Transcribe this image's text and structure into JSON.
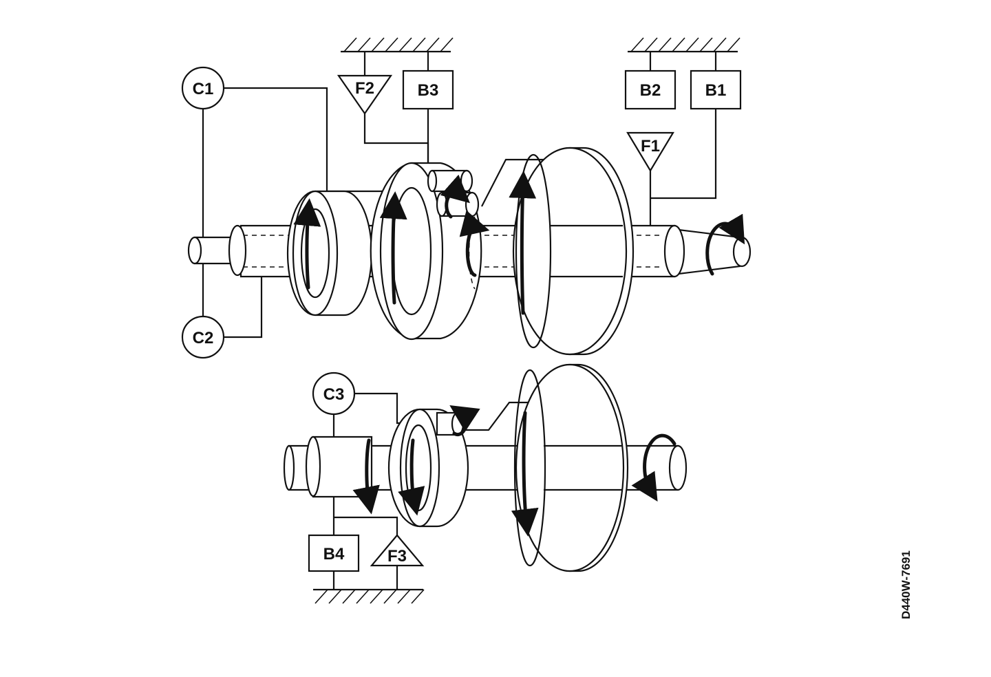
{
  "components": {
    "c1": "C1",
    "c2": "C2",
    "c3": "C3",
    "b1": "B1",
    "b2": "B2",
    "b3": "B3",
    "b4": "B4",
    "f1": "F1",
    "f2": "F2",
    "f3": "F3"
  },
  "drawing_code": "D440W-7691",
  "colors": {
    "ink": "#111111",
    "paper": "#ffffff"
  }
}
